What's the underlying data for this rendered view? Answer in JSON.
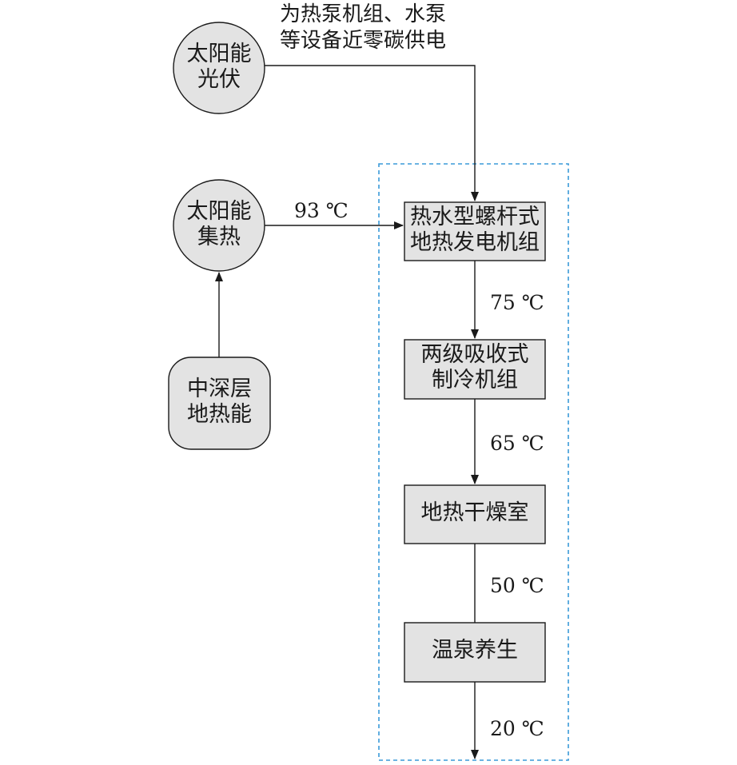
{
  "top_note": {
    "line1": "为热泵机组、水泵",
    "line2": "等设备近零碳供电"
  },
  "nodes": {
    "solar_pv": {
      "line1": "太阳能",
      "line2": "光伏"
    },
    "solar_heat": {
      "line1": "太阳能",
      "line2": "集热"
    },
    "geothermal": {
      "line1": "中深层",
      "line2": "地热能"
    },
    "power_unit": {
      "line1": "热水型螺杆式",
      "line2": "地热发电机组"
    },
    "absorption": {
      "line1": "两级吸收式",
      "line2": "制冷机组"
    },
    "dryer": {
      "line1": "地热干燥室"
    },
    "spa": {
      "line1": "温泉养生"
    }
  },
  "temps": {
    "t93": "93 ℃",
    "t75": "75 ℃",
    "t65": "65 ℃",
    "t50": "50 ℃",
    "t20": "20 ℃"
  },
  "colors": {
    "node_fill": "#e3e3e3",
    "line": "#1a1a1a",
    "dashed_box": "#3a9ad9"
  }
}
